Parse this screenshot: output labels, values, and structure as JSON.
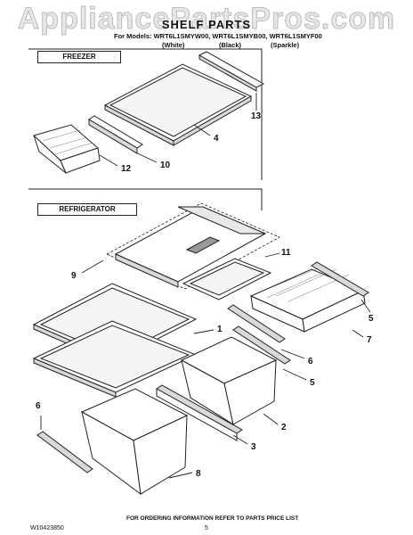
{
  "watermark": "AppliancePartsPros.com",
  "header": {
    "title": "SHELF PARTS",
    "models_line": "For Models: WRT6L1SMYW00, WRT6L1SMYB00, WRT6L1SMYF00",
    "color_white": "(White)",
    "color_black": "(Black)",
    "color_sparkle": "(Sparkle)"
  },
  "sections": {
    "freezer": "FREEZER",
    "refrigerator": "REFRIGERATOR"
  },
  "callouts": {
    "c13": "13",
    "c4": "4",
    "c12": "12",
    "c10": "10",
    "c9": "9",
    "c11": "11",
    "c5a": "5",
    "c7": "7",
    "c1": "1",
    "c6a": "6",
    "c5b": "5",
    "c6b": "6",
    "c2": "2",
    "c3": "3",
    "c8": "8"
  },
  "footer": {
    "ordering_note": "FOR ORDERING INFORMATION REFER TO PARTS PRICE LIST",
    "doc_number": "W10423850",
    "page_number": "5"
  }
}
